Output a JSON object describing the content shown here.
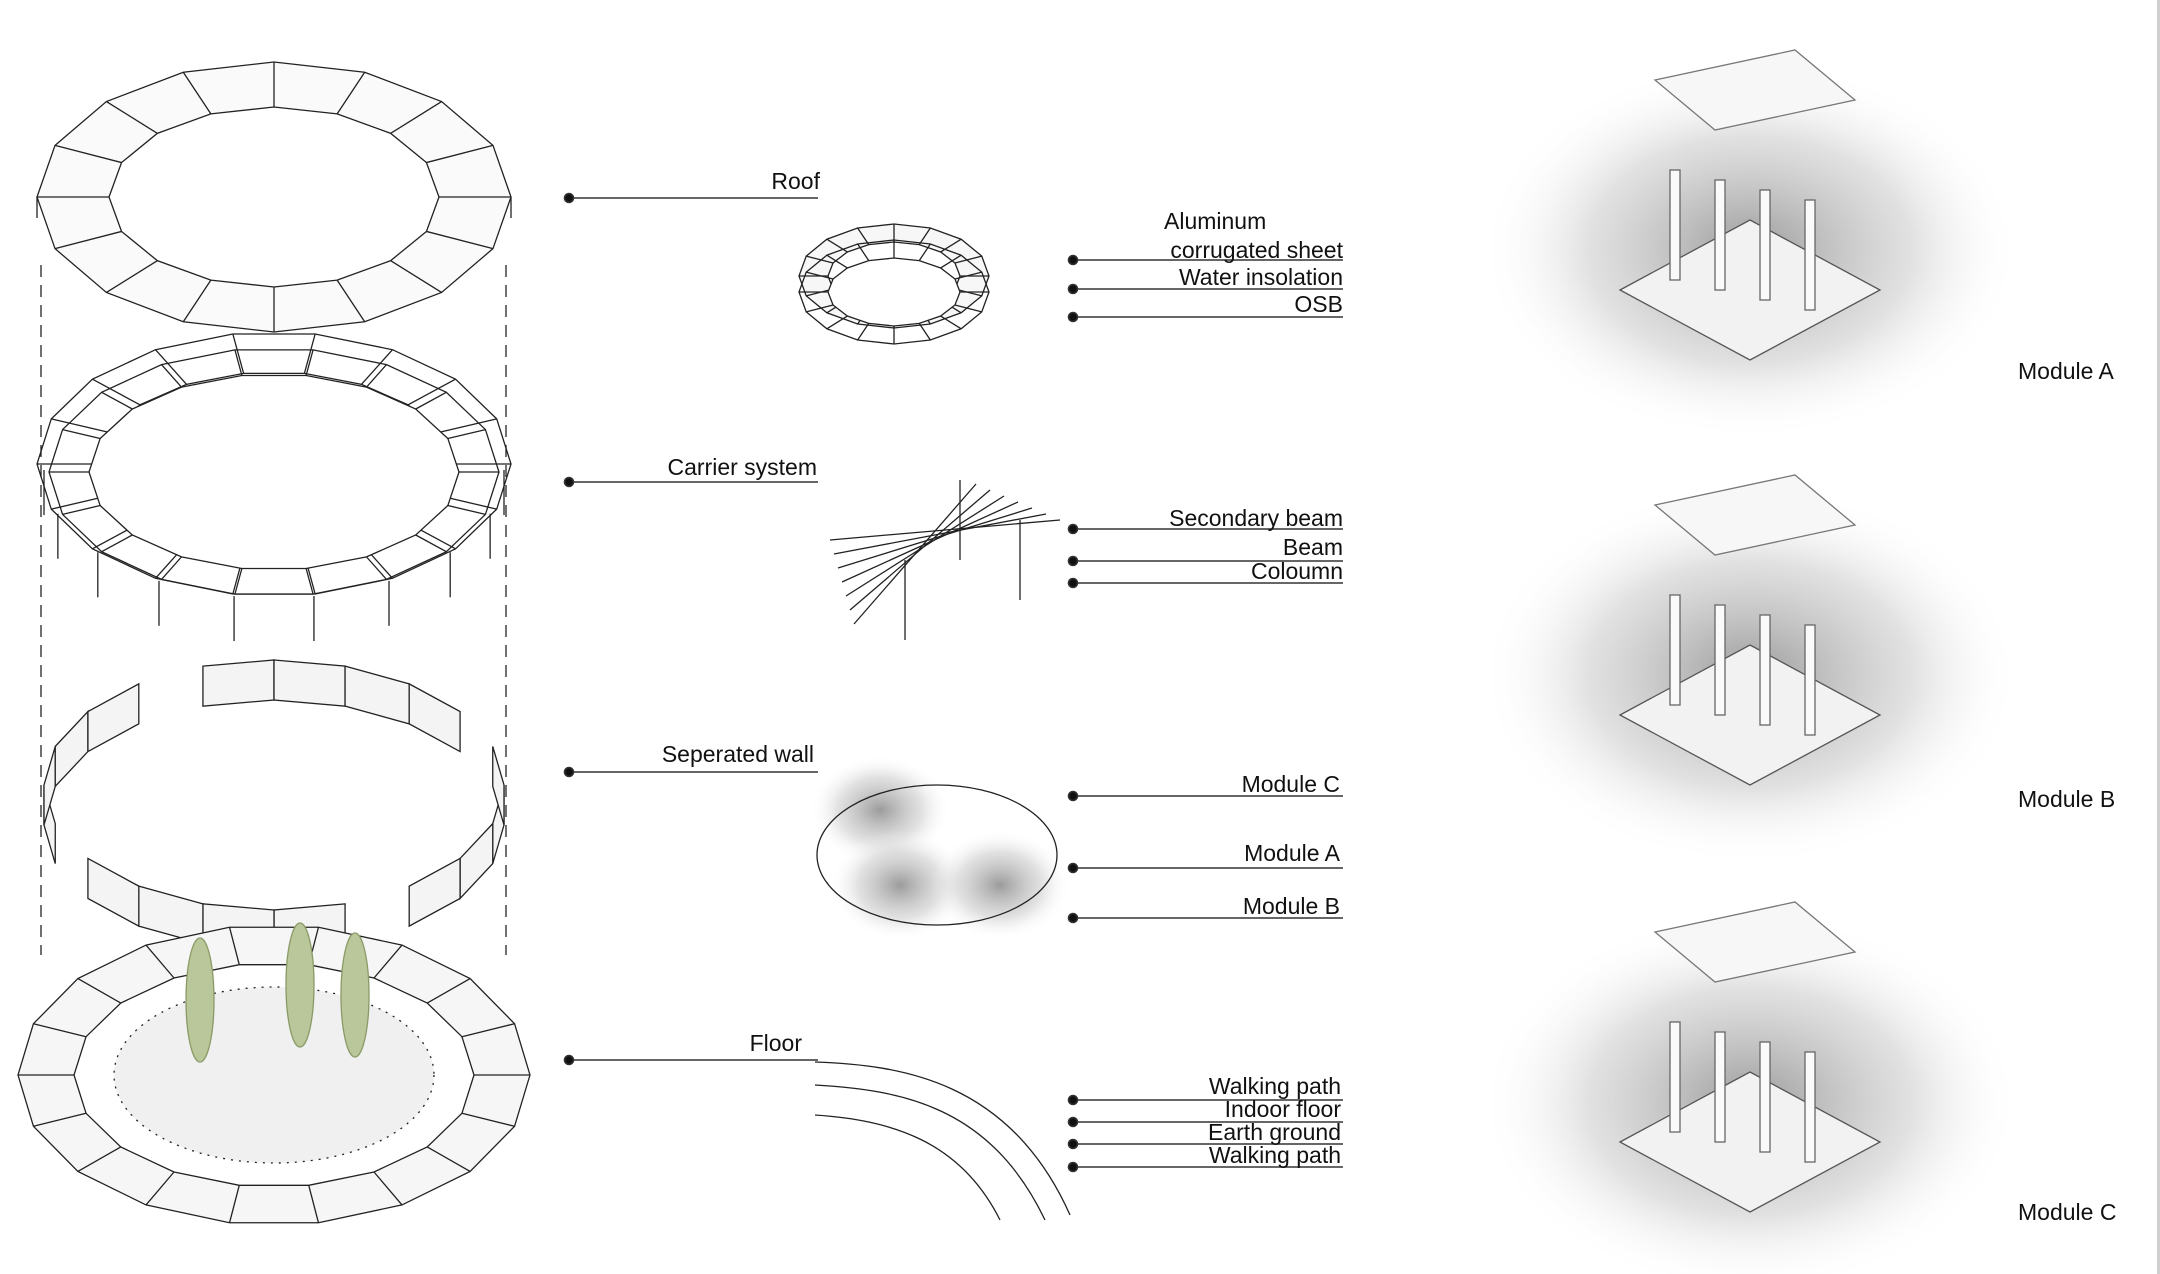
{
  "layers": {
    "roof": {
      "label": "Roof",
      "parts": [
        "Aluminum",
        "corrugated sheet",
        "Water insolation",
        "OSB"
      ]
    },
    "carrier": {
      "label": "Carrier system",
      "parts": [
        "Secondary beam",
        "Beam",
        "Coloumn"
      ]
    },
    "wall": {
      "label": "Seperated wall",
      "parts": [
        "Module C",
        "Module A",
        "Module B"
      ]
    },
    "floor": {
      "label": "Floor",
      "parts": [
        "Walking path",
        "Indoor floor",
        "Earth ground",
        "Walking path"
      ]
    }
  },
  "modules": [
    "Module A",
    "Module B",
    "Module C"
  ]
}
